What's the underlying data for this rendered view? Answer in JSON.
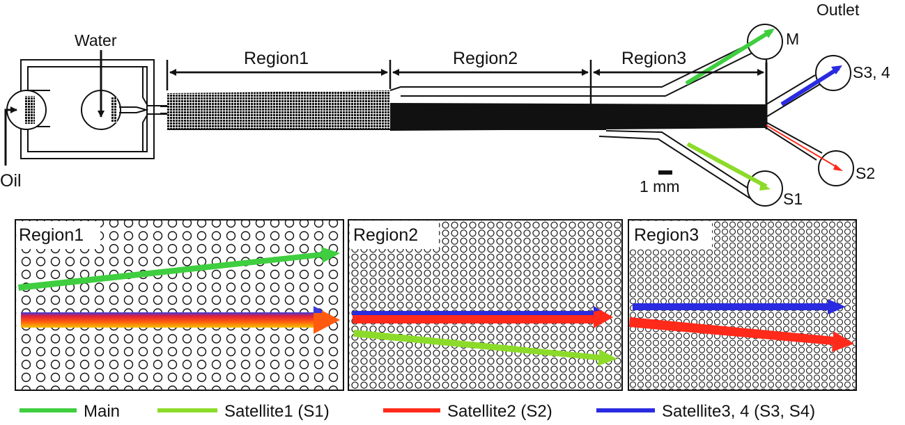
{
  "top_diagram": {
    "inlet_oil": "Oil",
    "inlet_water": "Water",
    "outlet_title": "Outlet",
    "outlet_main": "M",
    "outlet_s34": "S3, 4",
    "outlet_s2": "S2",
    "outlet_s1": "S1",
    "region1": "Region1",
    "region2": "Region2",
    "region3": "Region3",
    "scale_bar": "1 mm"
  },
  "panels": [
    {
      "label": "Region1"
    },
    {
      "label": "Region2"
    },
    {
      "label": "Region3"
    }
  ],
  "legend": [
    {
      "label": "Main",
      "color": "#3fce3f"
    },
    {
      "label": "Satellite1 (S1)",
      "color": "#8cdb2a"
    },
    {
      "label": "Satellite2 (S2)",
      "color": "#ff2a1a"
    },
    {
      "label": "Satellite3, 4 (S3, S4)",
      "color": "#2a2ae0"
    }
  ],
  "colors": {
    "main": "#3fce3f",
    "satellite1": "#8cdb2a",
    "satellite2": "#ff2a1a",
    "satellite34": "#2a2ae0",
    "ink": "#111111"
  }
}
